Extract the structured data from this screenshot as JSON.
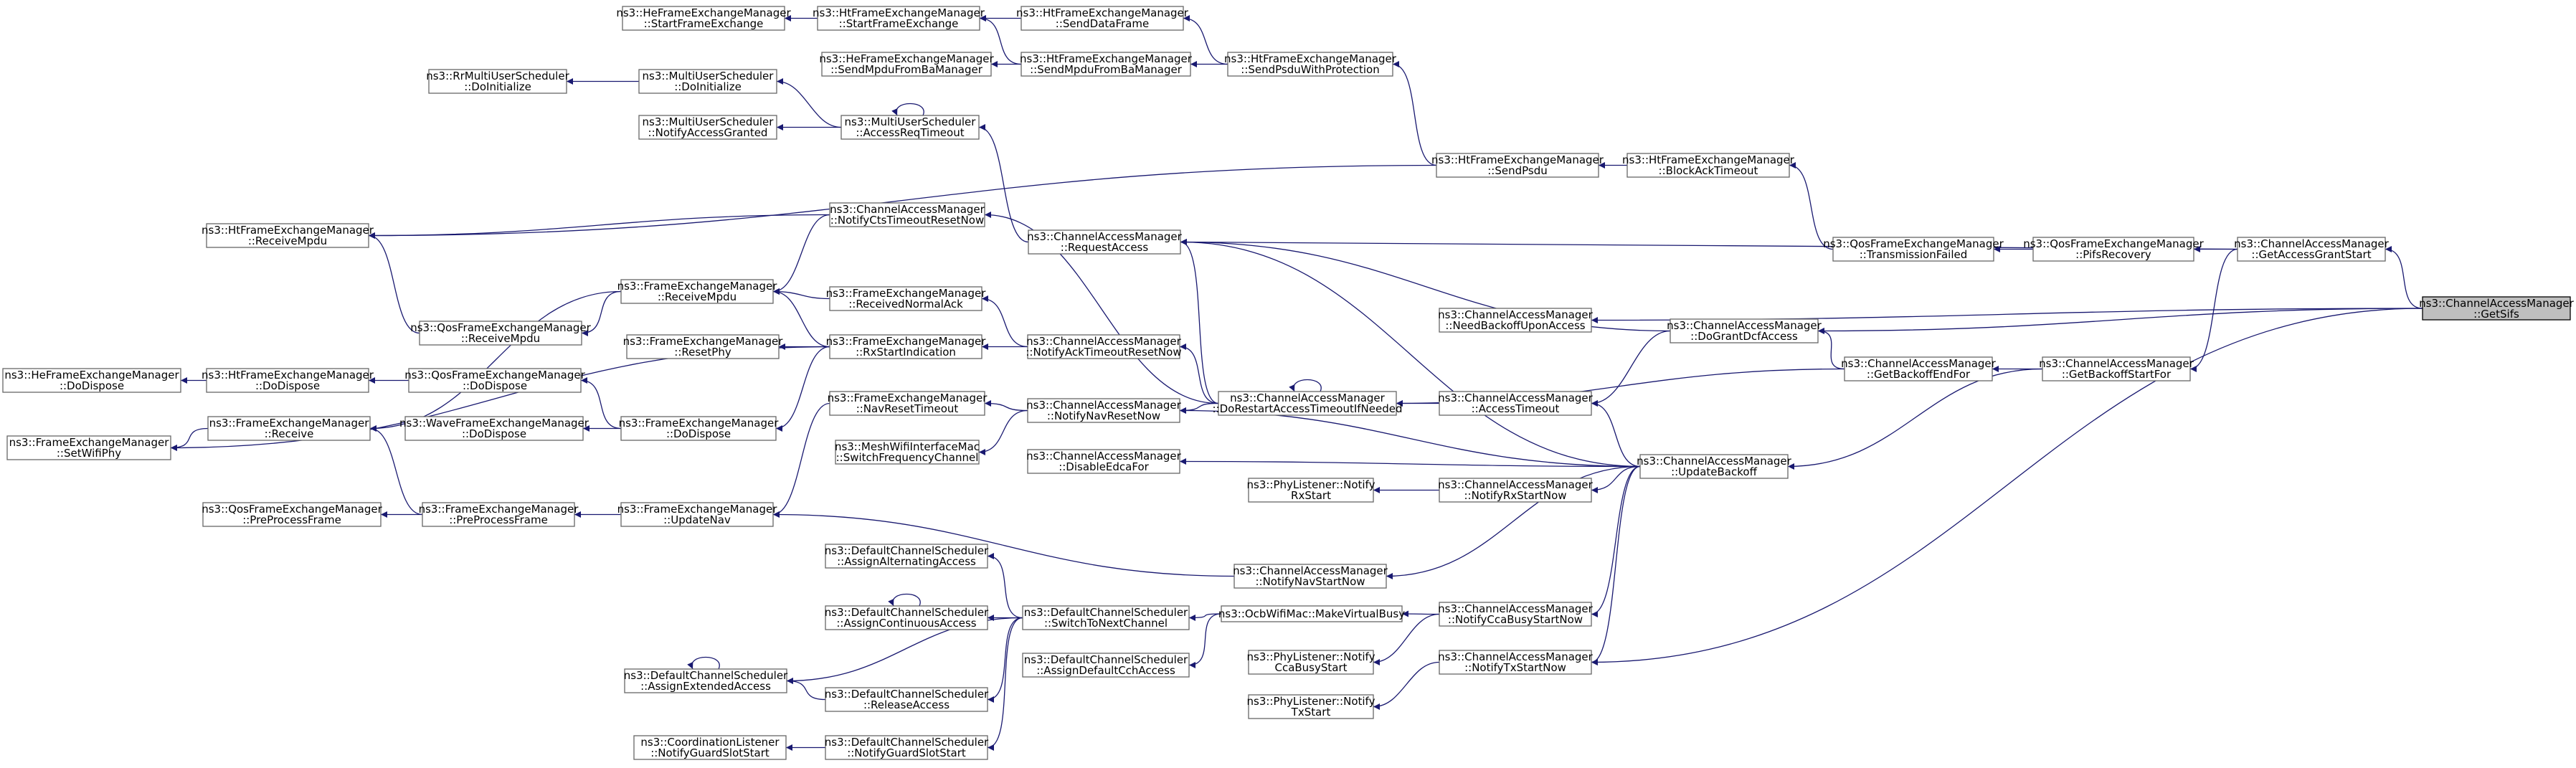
{
  "graph": {
    "nodes": [
      {
        "id": "getsifs",
        "lines": [
          "ns3::ChannelAccessManager",
          "::GetSifs"
        ],
        "highlight": true,
        "link": false
      },
      {
        "id": "heStart",
        "lines": [
          "ns3::HeFrameExchangeManager",
          "::StartFrameExchange"
        ]
      },
      {
        "id": "htStart",
        "lines": [
          "ns3::HtFrameExchangeManager",
          "::StartFrameExchange"
        ]
      },
      {
        "id": "htSendData",
        "lines": [
          "ns3::HtFrameExchangeManager",
          "::SendDataFrame"
        ]
      },
      {
        "id": "heSendMpdu",
        "lines": [
          "ns3::HeFrameExchangeManager",
          "::SendMpduFromBaManager"
        ]
      },
      {
        "id": "htSendMpdu",
        "lines": [
          "ns3::HtFrameExchangeManager",
          "::SendMpduFromBaManager"
        ]
      },
      {
        "id": "htSendPsduProt",
        "lines": [
          "ns3::HtFrameExchangeManager",
          "::SendPsduWithProtection"
        ]
      },
      {
        "id": "rrDoInit",
        "lines": [
          "ns3::RrMultiUserScheduler",
          "::DoInitialize"
        ]
      },
      {
        "id": "muDoInit",
        "lines": [
          "ns3::MultiUserScheduler",
          "::DoInitialize"
        ]
      },
      {
        "id": "muNotify",
        "lines": [
          "ns3::MultiUserScheduler",
          "::NotifyAccessGranted"
        ]
      },
      {
        "id": "muAccessReq",
        "lines": [
          "ns3::MultiUserScheduler",
          "::AccessReqTimeout"
        ]
      },
      {
        "id": "htSendPsdu",
        "lines": [
          "ns3::HtFrameExchangeManager",
          "::SendPsdu"
        ]
      },
      {
        "id": "htBlockAck",
        "lines": [
          "ns3::HtFrameExchangeManager",
          "::BlockAckTimeout"
        ]
      },
      {
        "id": "htRecvMpdu",
        "lines": [
          "ns3::HtFrameExchangeManager",
          "::ReceiveMpdu"
        ]
      },
      {
        "id": "camNotifyCts",
        "lines": [
          "ns3::ChannelAccessManager",
          "::NotifyCtsTimeoutResetNow"
        ]
      },
      {
        "id": "camRequest",
        "lines": [
          "ns3::ChannelAccessManager",
          "::RequestAccess"
        ]
      },
      {
        "id": "qosTxFailed",
        "lines": [
          "ns3::QosFrameExchangeManager",
          "::TransmissionFailed"
        ]
      },
      {
        "id": "qosPifs",
        "lines": [
          "ns3::QosFrameExchangeManager",
          "::PifsRecovery"
        ]
      },
      {
        "id": "camGrantStart",
        "lines": [
          "ns3::ChannelAccessManager",
          "::GetAccessGrantStart"
        ]
      },
      {
        "id": "qosRecvMpdu",
        "lines": [
          "ns3::QosFrameExchangeManager",
          "::ReceiveMpdu"
        ]
      },
      {
        "id": "femRecvMpdu",
        "lines": [
          "ns3::FrameExchangeManager",
          "::ReceiveMpdu"
        ]
      },
      {
        "id": "femRecvNormalAck",
        "lines": [
          "ns3::FrameExchangeManager",
          "::ReceivedNormalAck"
        ]
      },
      {
        "id": "camNeedBackoff",
        "lines": [
          "ns3::ChannelAccessManager",
          "::NeedBackoffUponAccess"
        ]
      },
      {
        "id": "camDoGrant",
        "lines": [
          "ns3::ChannelAccessManager",
          "::DoGrantDcfAccess"
        ]
      },
      {
        "id": "femResetPhy",
        "lines": [
          "ns3::FrameExchangeManager",
          "::ResetPhy"
        ]
      },
      {
        "id": "femRxStart",
        "lines": [
          "ns3::FrameExchangeManager",
          "::RxStartIndication"
        ]
      },
      {
        "id": "camNotifyAck",
        "lines": [
          "ns3::ChannelAccessManager",
          "::NotifyAckTimeoutResetNow"
        ]
      },
      {
        "id": "camBackoffEnd",
        "lines": [
          "ns3::ChannelAccessManager",
          "::GetBackoffEndFor"
        ]
      },
      {
        "id": "camBackoffStart",
        "lines": [
          "ns3::ChannelAccessManager",
          "::GetBackoffStartFor"
        ]
      },
      {
        "id": "heDoDispose",
        "lines": [
          "ns3::HeFrameExchangeManager",
          "::DoDispose"
        ]
      },
      {
        "id": "htDoDispose",
        "lines": [
          "ns3::HtFrameExchangeManager",
          "::DoDispose"
        ]
      },
      {
        "id": "qosDoDispose",
        "lines": [
          "ns3::QosFrameExchangeManager",
          "::DoDispose"
        ]
      },
      {
        "id": "camDoRestart",
        "lines": [
          "ns3::ChannelAccessManager",
          "::DoRestartAccessTimeoutIfNeeded"
        ]
      },
      {
        "id": "camAccessTimeout",
        "lines": [
          "ns3::ChannelAccessManager",
          "::AccessTimeout"
        ]
      },
      {
        "id": "femSetWifiPhy",
        "lines": [
          "ns3::FrameExchangeManager",
          "::SetWifiPhy"
        ]
      },
      {
        "id": "femReceive",
        "lines": [
          "ns3::FrameExchangeManager",
          "::Receive"
        ]
      },
      {
        "id": "waveDoDispose",
        "lines": [
          "ns3::WaveFrameExchangeManager",
          "::DoDispose"
        ]
      },
      {
        "id": "femDoDispose",
        "lines": [
          "ns3::FrameExchangeManager",
          "::DoDispose"
        ]
      },
      {
        "id": "femNavReset",
        "lines": [
          "ns3::FrameExchangeManager",
          "::NavResetTimeout"
        ]
      },
      {
        "id": "camNotifyNavReset",
        "lines": [
          "ns3::ChannelAccessManager",
          "::NotifyNavResetNow"
        ]
      },
      {
        "id": "meshSwitch",
        "lines": [
          "ns3::MeshWifiInterfaceMac",
          "::SwitchFrequencyChannel"
        ]
      },
      {
        "id": "camDisableEdca",
        "lines": [
          "ns3::ChannelAccessManager",
          "::DisableEdcaFor"
        ]
      },
      {
        "id": "camUpdateBackoff",
        "lines": [
          "ns3::ChannelAccessManager",
          "::UpdateBackoff"
        ]
      },
      {
        "id": "phyRxStart",
        "lines": [
          "ns3::PhyListener::Notify",
          "RxStart"
        ]
      },
      {
        "id": "camNotifyRx",
        "lines": [
          "ns3::ChannelAccessManager",
          "::NotifyRxStartNow"
        ]
      },
      {
        "id": "qosPreProcess",
        "lines": [
          "ns3::QosFrameExchangeManager",
          "::PreProcessFrame"
        ]
      },
      {
        "id": "femPreProcess",
        "lines": [
          "ns3::FrameExchangeManager",
          "::PreProcessFrame"
        ]
      },
      {
        "id": "femUpdateNav",
        "lines": [
          "ns3::FrameExchangeManager",
          "::UpdateNav"
        ]
      },
      {
        "id": "dcsAlternating",
        "lines": [
          "ns3::DefaultChannelScheduler",
          "::AssignAlternatingAccess"
        ]
      },
      {
        "id": "camNotifyNavStart",
        "lines": [
          "ns3::ChannelAccessManager",
          "::NotifyNavStartNow"
        ]
      },
      {
        "id": "dcsContinuous",
        "lines": [
          "ns3::DefaultChannelScheduler",
          "::AssignContinuousAccess"
        ]
      },
      {
        "id": "dcsSwitch",
        "lines": [
          "ns3::DefaultChannelScheduler",
          "::SwitchToNextChannel"
        ]
      },
      {
        "id": "ocbVirtualBusy",
        "lines": [
          "ns3::OcbWifiMac::MakeVirtualBusy"
        ]
      },
      {
        "id": "camNotifyCca",
        "lines": [
          "ns3::ChannelAccessManager",
          "::NotifyCcaBusyStartNow"
        ]
      },
      {
        "id": "dcsExtended",
        "lines": [
          "ns3::DefaultChannelScheduler",
          "::AssignExtendedAccess"
        ]
      },
      {
        "id": "dcsDefaultCch",
        "lines": [
          "ns3::DefaultChannelScheduler",
          "::AssignDefaultCchAccess"
        ]
      },
      {
        "id": "phyCca",
        "lines": [
          "ns3::PhyListener::Notify",
          "CcaBusyStart"
        ]
      },
      {
        "id": "camNotifyTx",
        "lines": [
          "ns3::ChannelAccessManager",
          "::NotifyTxStartNow"
        ]
      },
      {
        "id": "dcsRelease",
        "lines": [
          "ns3::DefaultChannelScheduler",
          "::ReleaseAccess"
        ]
      },
      {
        "id": "phyTx",
        "lines": [
          "ns3::PhyListener::Notify",
          "TxStart"
        ]
      },
      {
        "id": "coordGuard",
        "lines": [
          "ns3::CoordinationListener",
          "::NotifyGuardSlotStart"
        ]
      },
      {
        "id": "dcsGuard",
        "lines": [
          "ns3::DefaultChannelScheduler",
          "::NotifyGuardSlotStart"
        ]
      }
    ]
  }
}
